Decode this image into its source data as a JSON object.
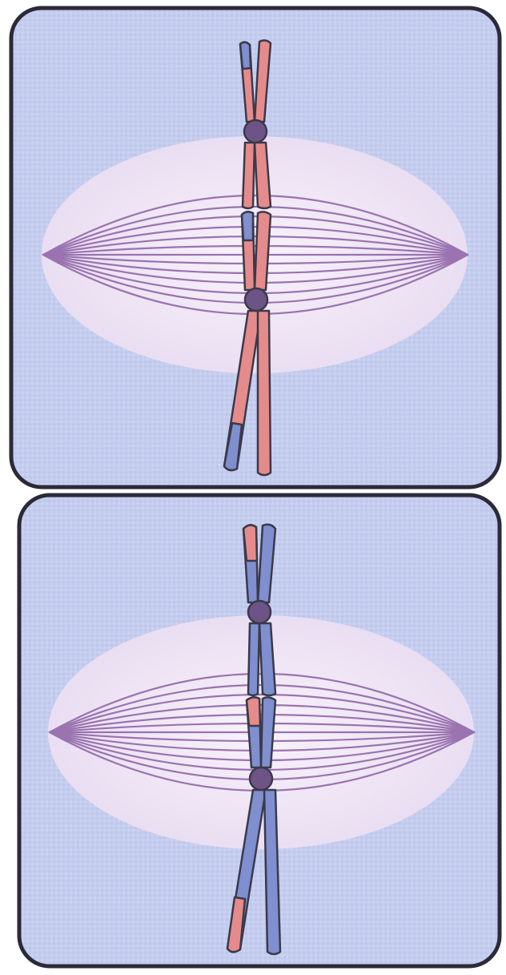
{
  "figure": {
    "colors": {
      "cell_fill": "#c5cdef",
      "cell_border": "#2a2a38",
      "spindle_fill": "#f1e8f6",
      "spindle_fiber": "#9a73b0",
      "centromere": "#6e5486",
      "chromosome_outline": "#3a3a4a",
      "paternal_chromatid": "#e68b8b",
      "maternal_chromatid": "#7f8fcf"
    },
    "cells": [
      {
        "label": "cell-top",
        "dominant_chromatid_color": "paternal",
        "crossover_segments_color": "maternal"
      },
      {
        "label": "cell-bottom",
        "dominant_chromatid_color": "maternal",
        "crossover_segments_color": "paternal"
      }
    ]
  }
}
